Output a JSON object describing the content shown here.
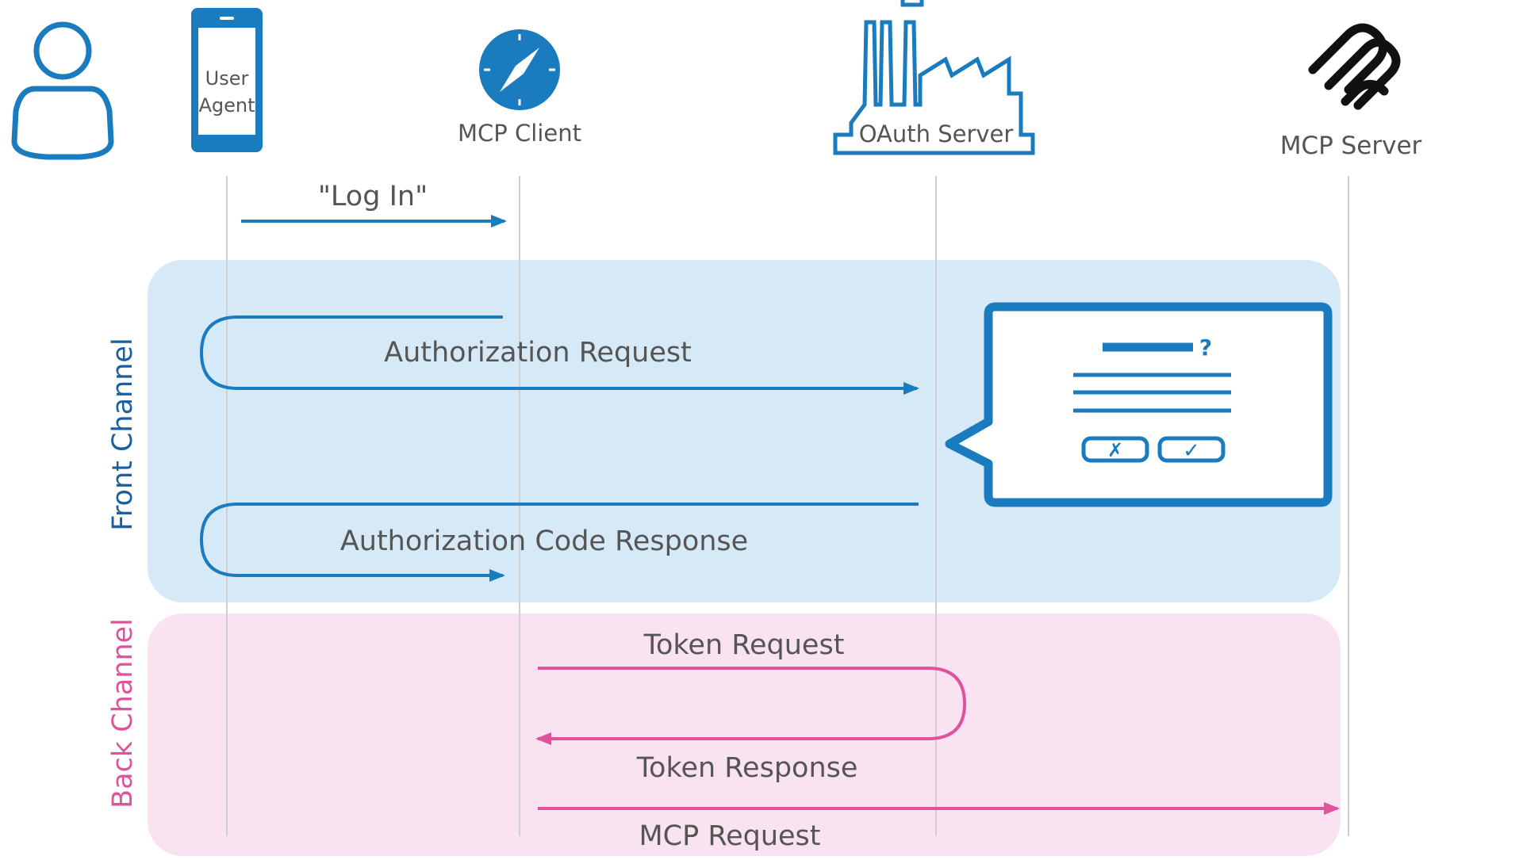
{
  "actors": {
    "user_agent": "User Agent",
    "user_agent_line1": "User",
    "user_agent_line2": "Agent",
    "mcp_client": "MCP Client",
    "oauth_server": "OAuth Server",
    "mcp_server": "MCP Server"
  },
  "messages": {
    "log_in": "\"Log In\"",
    "authorization_request": "Authorization Request",
    "authorization_code_response": "Authorization Code Response",
    "token_request": "Token Request",
    "token_response": "Token Response",
    "mcp_request": "MCP Request"
  },
  "channels": {
    "front": "Front Channel",
    "back": "Back Channel"
  },
  "consent_dialog": {
    "question_mark": "?",
    "deny_symbol": "✗",
    "approve_symbol": "✓"
  },
  "colors": {
    "front_blue": "#1a7bbf",
    "front_band": "#d6e9f6",
    "back_pink": "#e0529c",
    "back_band": "#fae3f1",
    "label_gray": "#555555",
    "lifeline_gray": "#cfcfcf"
  },
  "icons": {
    "user": "person-icon",
    "user_agent": "mobile-phone-icon",
    "mcp_client": "compass-icon",
    "oauth_server": "factory-icon",
    "mcp_server": "mcp-logo-icon"
  }
}
